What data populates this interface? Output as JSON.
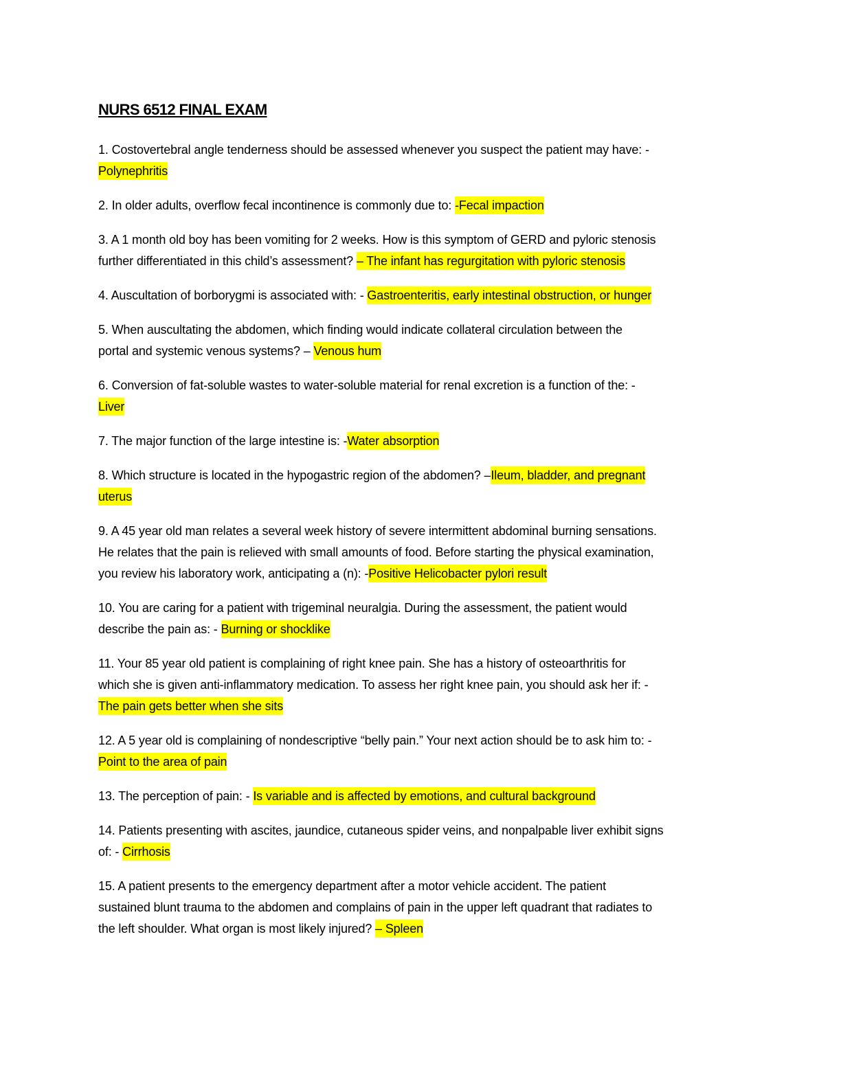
{
  "document": {
    "title": "NURS 6512 FINAL EXAM",
    "highlight_color": "#ffff00",
    "questions": [
      {
        "lines": [
          [
            {
              "t": "1. Costovertebral angle tenderness should be assessed whenever you suspect the patient may have: -",
              "h": false
            }
          ],
          [
            {
              "t": "Polynephritis",
              "h": true
            }
          ]
        ]
      },
      {
        "lines": [
          [
            {
              "t": "2. In older adults, overflow fecal incontinence is commonly due to: ",
              "h": false
            },
            {
              "t": "-Fecal impaction",
              "h": true
            }
          ]
        ]
      },
      {
        "lines": [
          [
            {
              "t": "3. A 1 month old boy has been vomiting for 2 weeks. How is this symptom of GERD and pyloric stenosis",
              "h": false
            }
          ],
          [
            {
              "t": "further differentiated in this child’s assessment? ",
              "h": false
            },
            {
              "t": "– The infant has regurgitation with pyloric stenosis",
              "h": true
            }
          ]
        ]
      },
      {
        "lines": [
          [
            {
              "t": "4. Auscultation of borborygmi is associated with: - ",
              "h": false
            },
            {
              "t": "Gastroenteritis, early intestinal obstruction, or hunger",
              "h": true
            }
          ]
        ]
      },
      {
        "lines": [
          [
            {
              "t": "5. When auscultating the abdomen, which finding would indicate collateral circulation between the",
              "h": false
            }
          ],
          [
            {
              "t": "portal and systemic venous systems? – ",
              "h": false
            },
            {
              "t": "Venous hum",
              "h": true
            }
          ]
        ]
      },
      {
        "lines": [
          [
            {
              "t": "6. Conversion of fat-soluble wastes to water-soluble material for renal excretion is a function of the: -",
              "h": false
            }
          ],
          [
            {
              "t": "Liver",
              "h": true
            }
          ]
        ]
      },
      {
        "lines": [
          [
            {
              "t": "7. The major function of the large intestine is: -",
              "h": false
            },
            {
              "t": "Water absorption ",
              "h": true
            }
          ]
        ]
      },
      {
        "lines": [
          [
            {
              "t": "8. Which structure is located in the hypogastric region of the abdomen? –",
              "h": false
            },
            {
              "t": "Ileum, bladder, and pregnant ",
              "h": true
            }
          ],
          [
            {
              "t": "uterus",
              "h": true
            }
          ]
        ]
      },
      {
        "lines": [
          [
            {
              "t": "9. A 45 year old man relates a several week history of severe intermittent abdominal burning sensations.",
              "h": false
            }
          ],
          [
            {
              "t": "He relates that the pain is relieved with small amounts of food. Before starting the physical examination,",
              "h": false
            }
          ],
          [
            {
              "t": "you review his laboratory work, anticipating a (n): -",
              "h": false
            },
            {
              "t": "Positive Helicobacter pylori result",
              "h": true
            }
          ]
        ]
      },
      {
        "lines": [
          [
            {
              "t": "10. You are caring for a patient with trigeminal neuralgia. During the assessment, the patient would",
              "h": false
            }
          ],
          [
            {
              "t": "describe the pain as: - ",
              "h": false
            },
            {
              "t": "Burning or shocklike",
              "h": true
            }
          ]
        ]
      },
      {
        "lines": [
          [
            {
              "t": "11. Your 85 year old patient is complaining of right knee pain. She has a history of osteoarthritis for",
              "h": false
            }
          ],
          [
            {
              "t": "which she is given anti-inflammatory medication. To assess her right knee pain, you should ask her if: -",
              "h": false
            }
          ],
          [
            {
              "t": "The pain gets better when she sits",
              "h": true
            }
          ]
        ]
      },
      {
        "lines": [
          [
            {
              "t": "12. A 5 year old is complaining of nondescriptive “belly pain.” Your next action should be to ask him to: -",
              "h": false
            }
          ],
          [
            {
              "t": "Point to the area of pain",
              "h": true
            }
          ]
        ]
      },
      {
        "lines": [
          [
            {
              "t": "13. The perception of pain: - ",
              "h": false
            },
            {
              "t": "Is variable and is affected by emotions, and cultural background",
              "h": true
            }
          ]
        ]
      },
      {
        "lines": [
          [
            {
              "t": "14. Patients presenting with ascites, jaundice, cutaneous spider veins, and nonpalpable liver exhibit signs",
              "h": false
            }
          ],
          [
            {
              "t": "of: - ",
              "h": false
            },
            {
              "t": "Cirrhosis",
              "h": true
            }
          ]
        ]
      },
      {
        "lines": [
          [
            {
              "t": "15. A patient presents to the emergency department after a motor vehicle accident. The patient",
              "h": false
            }
          ],
          [
            {
              "t": "sustained blunt trauma to the abdomen and complains of pain in the upper left quadrant that radiates to",
              "h": false
            }
          ],
          [
            {
              "t": "the left shoulder. What organ is most likely injured? ",
              "h": false
            },
            {
              "t": "– Spleen",
              "h": true
            }
          ]
        ]
      }
    ]
  }
}
